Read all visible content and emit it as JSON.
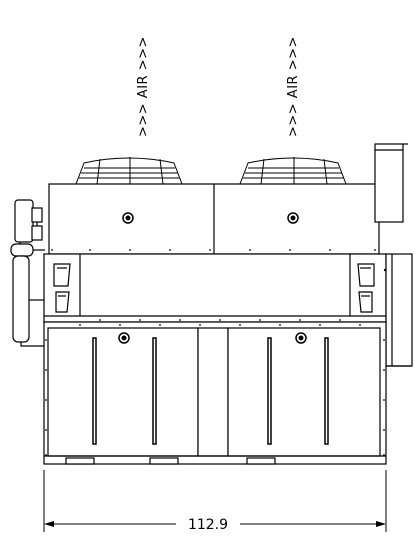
{
  "airflow_left": ">>> AIR >>>",
  "airflow_right": ">>> AIR >>>",
  "dimension_width": "112.9"
}
